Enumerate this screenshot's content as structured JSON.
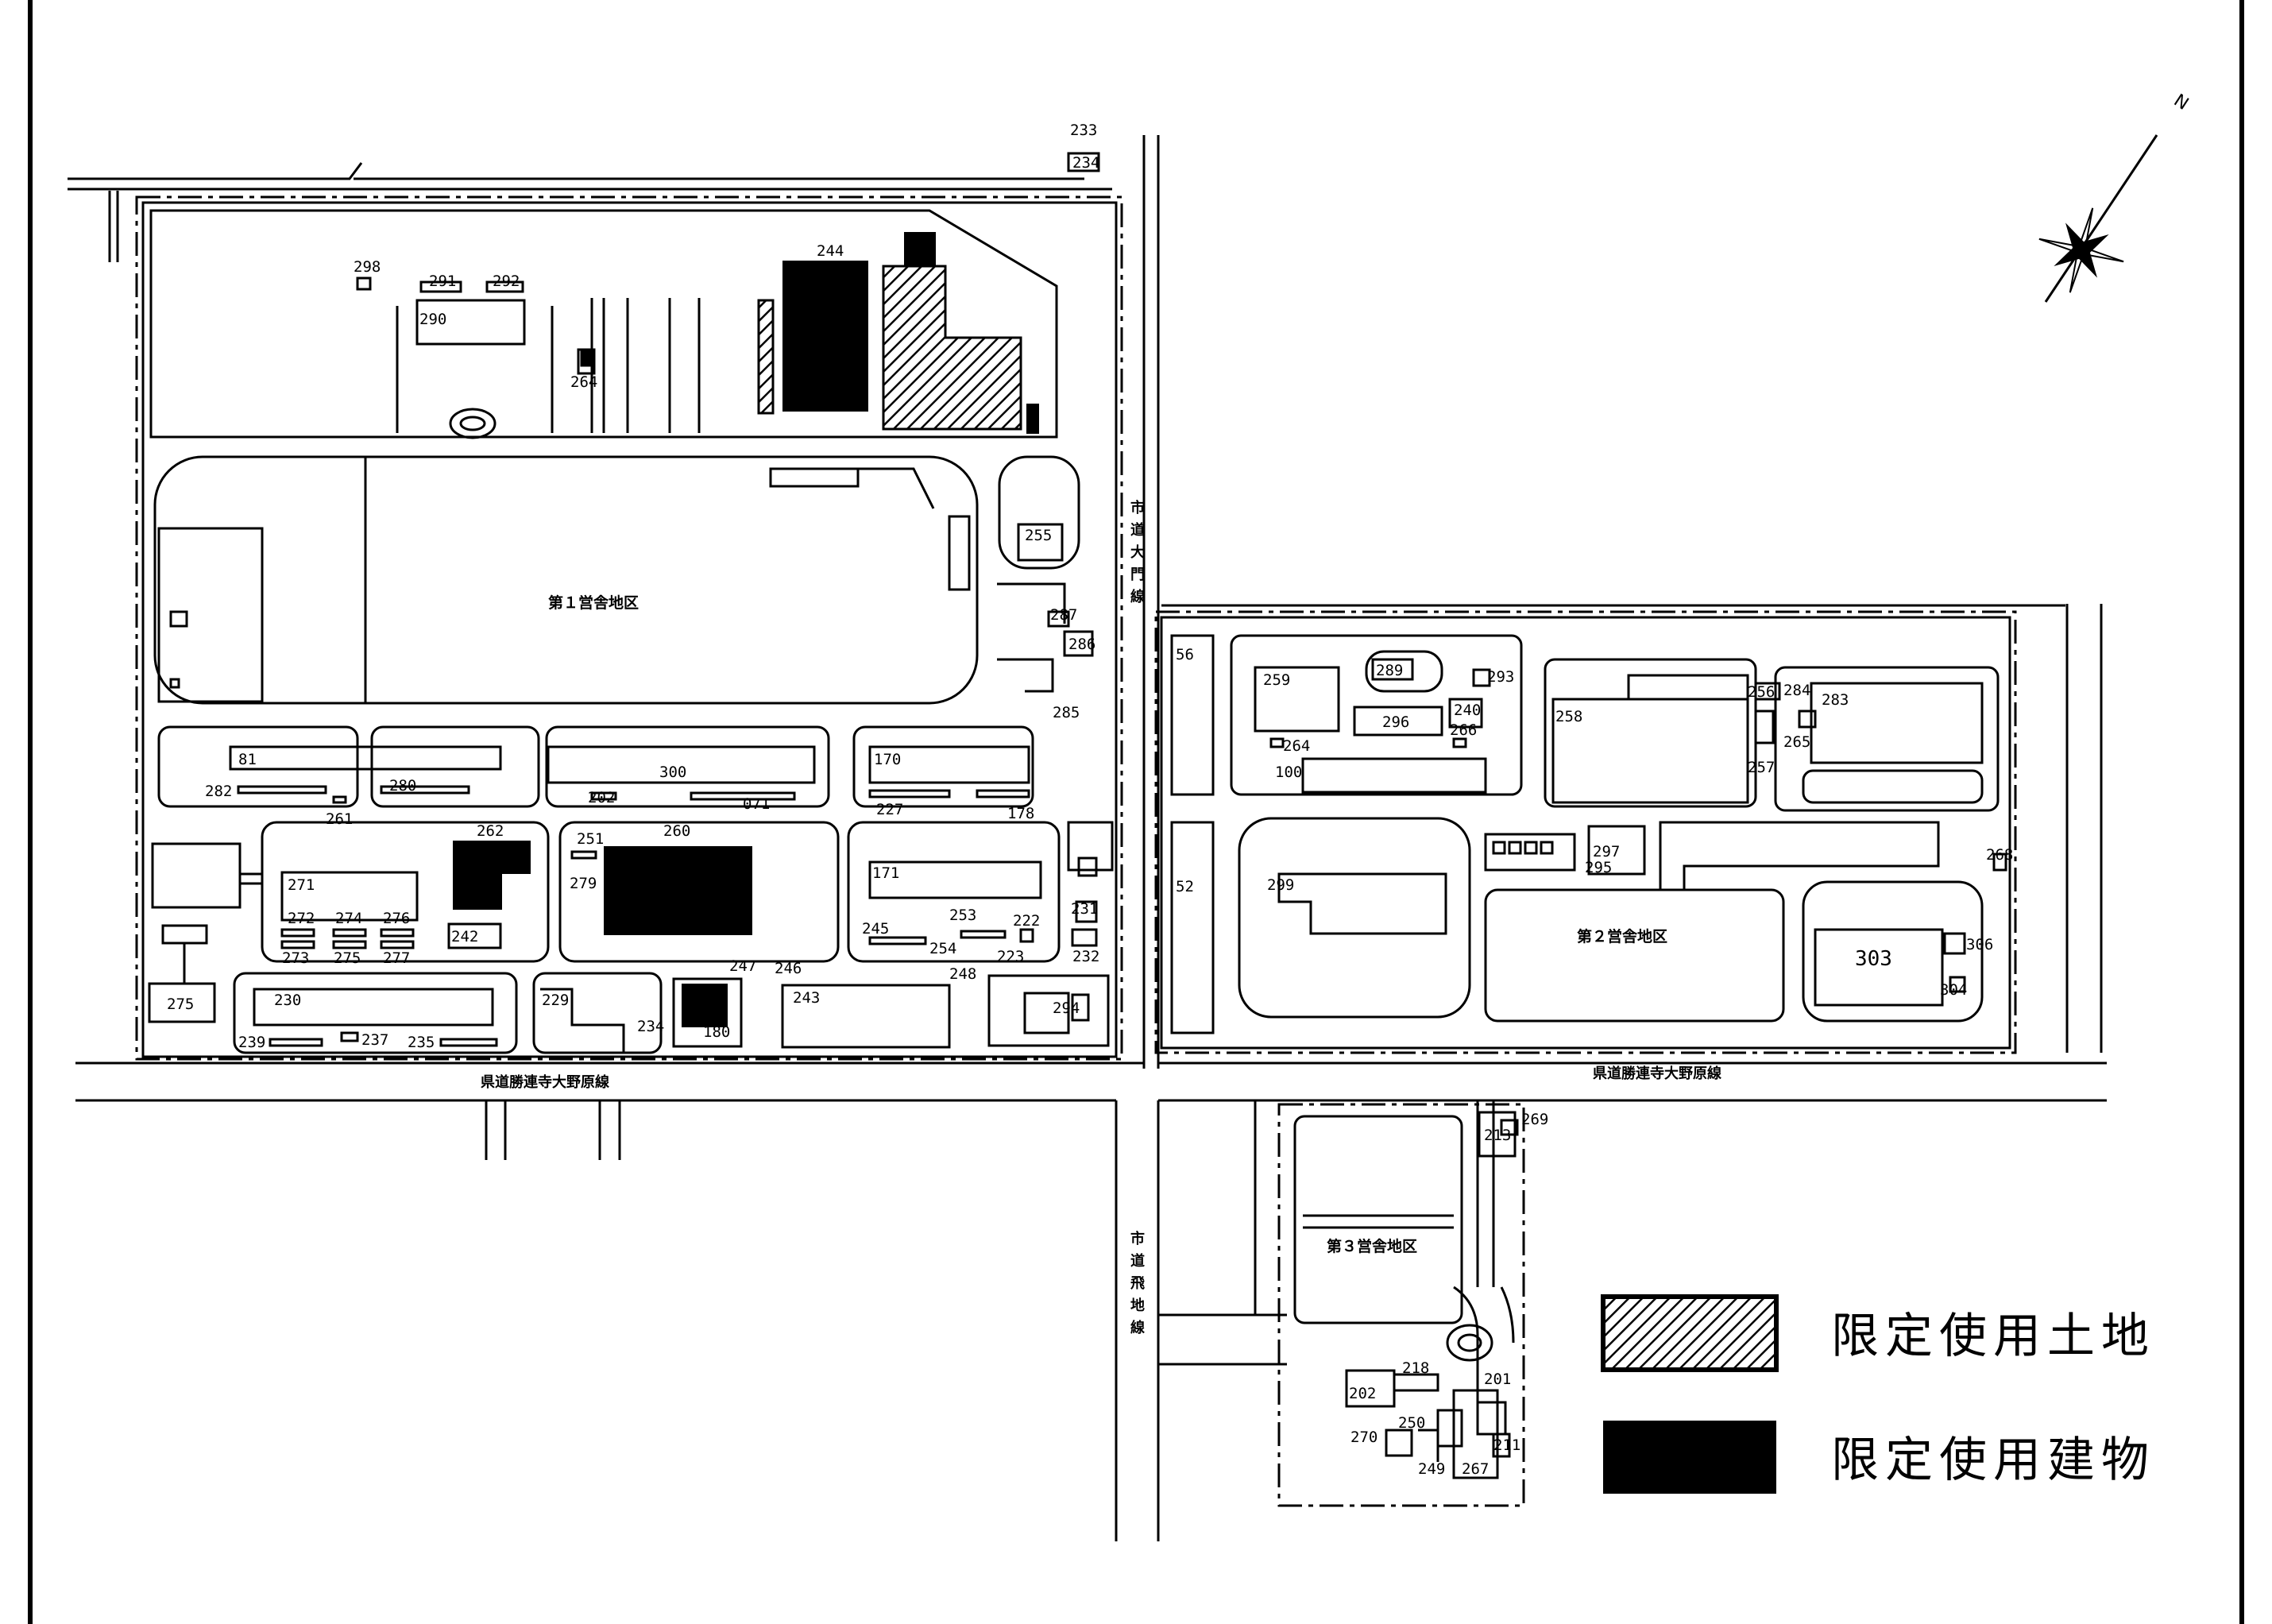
{
  "areas": {
    "area1": "第１営舎地区",
    "area2": "第２営舎地区",
    "area3": "第３営舎地区"
  },
  "roads": {
    "prefectural_road": "県道勝連寺大野原線",
    "city_road_main_gate": [
      "市",
      "道",
      "大",
      "門",
      "線"
    ],
    "city_road_lower": [
      "市",
      "道",
      "飛",
      "地",
      "線"
    ]
  },
  "buildings": {
    "b233": "233",
    "b234": "234",
    "b298": "298",
    "b291": "291",
    "b292": "292",
    "b290": "290",
    "b264": "264",
    "b244": "244",
    "b255": "255",
    "b287": "287",
    "b286": "286",
    "b285": "285",
    "b81": "81",
    "b282": "282",
    "b280": "280",
    "b300": "300",
    "b202": "202",
    "b071": "071",
    "b170": "170",
    "b227": "227",
    "b178": "178",
    "b261": "261",
    "b262": "262",
    "b271": "271",
    "b272": "272",
    "b274": "274",
    "b276": "276",
    "b273": "273",
    "b275a": "275",
    "b277": "277",
    "b242": "242",
    "b251": "251",
    "b260": "260",
    "b279": "279",
    "b171": "171",
    "b253": "253",
    "b222": "222",
    "b245": "245",
    "b254": "254",
    "b223": "223",
    "b231": "231",
    "b232": "232",
    "b275": "275",
    "b230": "230",
    "b239": "239",
    "b237": "237",
    "b235": "235",
    "b229": "229",
    "b234b": "234",
    "b247": "247",
    "b246": "246",
    "b243": "243",
    "b248": "248",
    "b180": "180",
    "b294": "294",
    "b56": "56",
    "b52": "52",
    "b259": "259",
    "b289": "289",
    "b293": "293",
    "b240": "240",
    "b296": "296",
    "b266": "266",
    "b264b": "264",
    "b100": "100",
    "b258": "258",
    "b256": "256",
    "b284": "284",
    "b265": "265",
    "b257": "257",
    "b283": "283",
    "b299": "299",
    "b297": "297",
    "b295": "295",
    "b303": "303",
    "b306": "306",
    "b304": "304",
    "b268": "268",
    "b213": "213",
    "b269": "269",
    "b201": "201",
    "b202b": "202",
    "b218": "218",
    "b270": "270",
    "b250": "250",
    "b249": "249",
    "b267": "267",
    "b211": "211"
  },
  "legend": {
    "restricted_land": "限定使用土地",
    "restricted_building": "限定使用建物"
  },
  "compass": {
    "label": "N"
  }
}
